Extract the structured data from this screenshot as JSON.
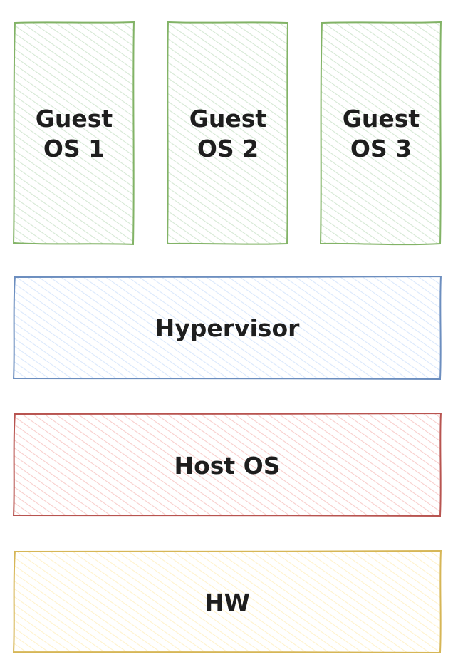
{
  "diagram": {
    "guests": [
      {
        "line1": "Guest",
        "line2": "OS 1"
      },
      {
        "line1": "Guest",
        "line2": "OS 2"
      },
      {
        "line1": "Guest",
        "line2": "OS 3"
      }
    ],
    "layers": {
      "hypervisor": "Hypervisor",
      "host_os": "Host OS",
      "hw": "HW"
    },
    "colors": {
      "guest_stroke": "#82b366",
      "guest_fill": "#d5e8d4",
      "hypervisor_stroke": "#6c8ebf",
      "hypervisor_fill": "#dae8fc",
      "host_stroke": "#b85450",
      "host_fill": "#f8cecc",
      "hw_stroke": "#d6b656",
      "hw_fill": "#fff2cc"
    }
  }
}
